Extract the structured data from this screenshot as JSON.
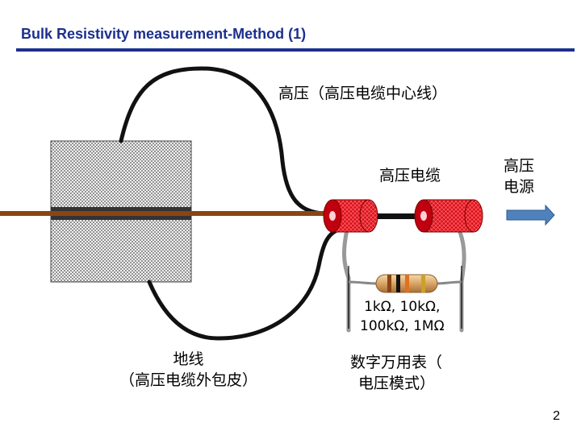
{
  "slide": {
    "title": "Bulk Resistivity measurement-Method (1)",
    "page_number": "2"
  },
  "labels": {
    "hv_center_line": "高压（高压电缆中心线）",
    "hv_cable": "高压电缆",
    "hv_supply_line1": "高压",
    "hv_supply_line2": "电源",
    "resistor_values_line1": "1kΩ, 10kΩ,",
    "resistor_values_line2": "100kΩ, 1MΩ",
    "ground_line1": "地线",
    "ground_line2": "（高压电缆外包皮）",
    "meter_line1": "数字万用表（",
    "meter_line2": "电压模式）"
  },
  "colors": {
    "title": "#1c2f8f",
    "cable_red": "#e0101a",
    "center_conductor": "#8b4513",
    "arrow_blue": "#4f81bd"
  }
}
